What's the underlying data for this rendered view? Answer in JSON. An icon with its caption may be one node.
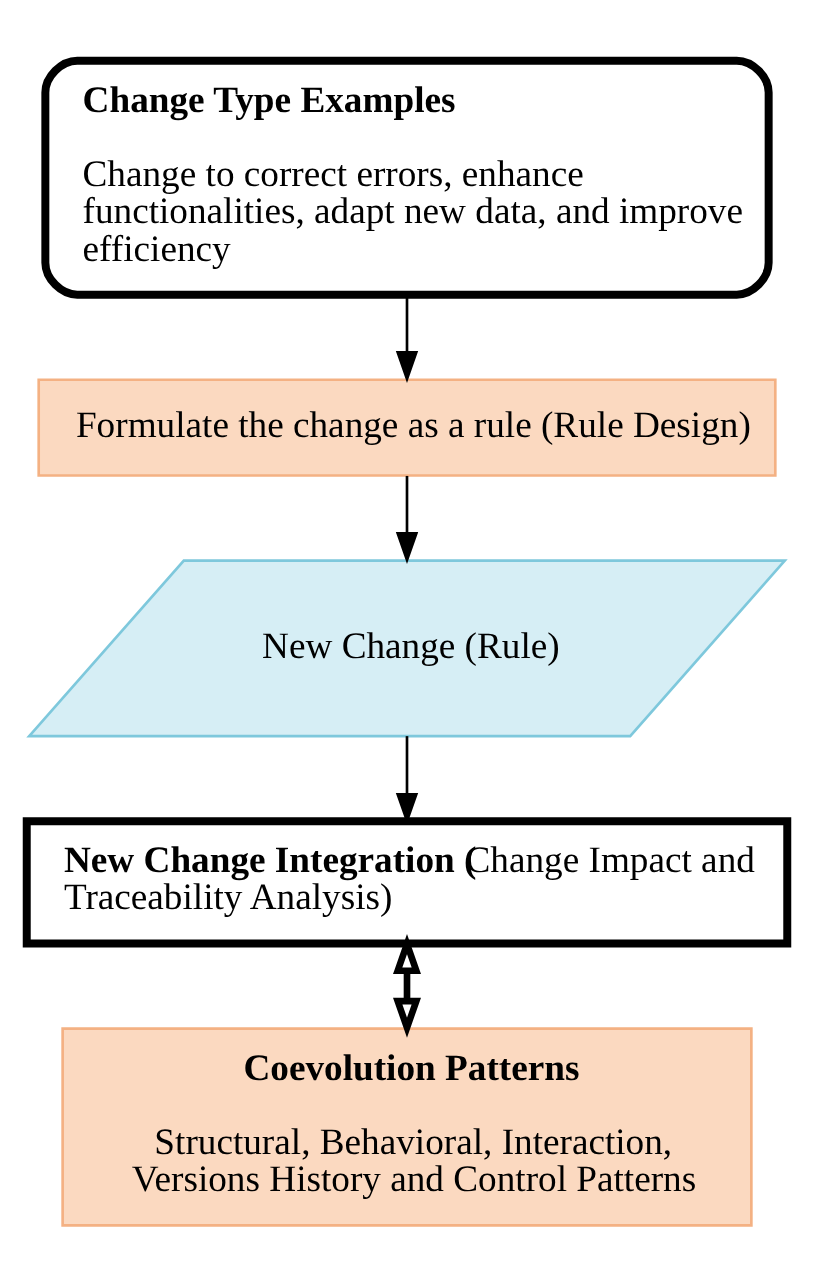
{
  "diagram": {
    "nodes": [
      {
        "text": [
          "Change Type Examples",
          "Change to correct errors, enhance functionalities, adapt new data, and improve efficiency"
        ]
      },
      {
        "text": [
          "Formulate the change as a rule (Rule Design)"
        ]
      },
      {
        "text": [
          "New Change (Rule)"
        ]
      },
      {
        "text": [
          "**New Change Integration (**Change Impact and Traceability Analysis)"
        ]
      },
      {
        "text": [
          "Coevolution Patterns",
          "Structural, Behavioral, Interaction, Versions History and Control Patterns"
        ]
      }
    ],
    "edges": [
      {
        "from": 0,
        "to": 1,
        "arrow": "to"
      },
      {
        "from": 1,
        "to": 2,
        "arrow": "to"
      },
      {
        "from": 2,
        "to": 3,
        "arrow": "to"
      },
      {
        "from": 3,
        "to": 4,
        "arrow": "both",
        "style": "thick"
      }
    ]
  }
}
